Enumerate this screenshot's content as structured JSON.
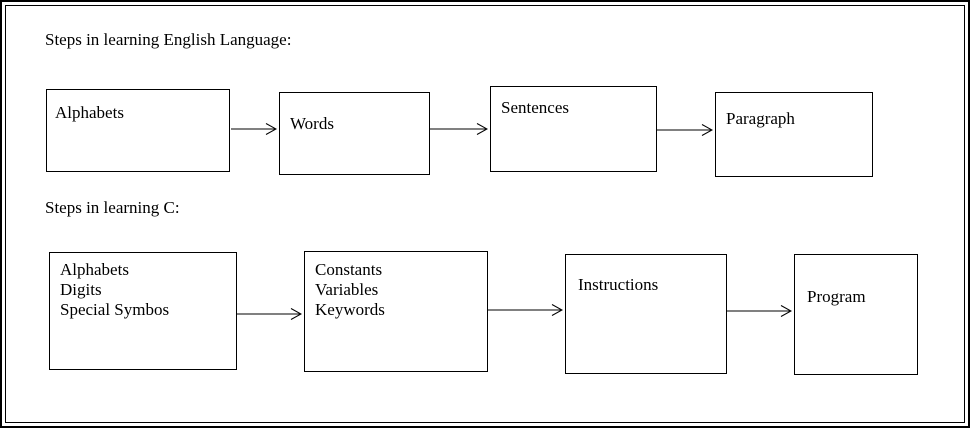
{
  "diagram": {
    "english": {
      "title": "Steps in learning English Language:",
      "boxes": [
        {
          "label": "Alphabets"
        },
        {
          "label": "Words"
        },
        {
          "label": "Sentences"
        },
        {
          "label": "Paragraph"
        }
      ]
    },
    "c": {
      "title": "Steps in learning C:",
      "boxes": [
        {
          "label": "Alphabets\nDigits\nSpecial Symbos"
        },
        {
          "label": "Constants\nVariables\nKeywords"
        },
        {
          "label": "Instructions"
        },
        {
          "label": "Program"
        }
      ]
    },
    "colors": {
      "line": "#000000",
      "background": "#ffffff"
    }
  }
}
